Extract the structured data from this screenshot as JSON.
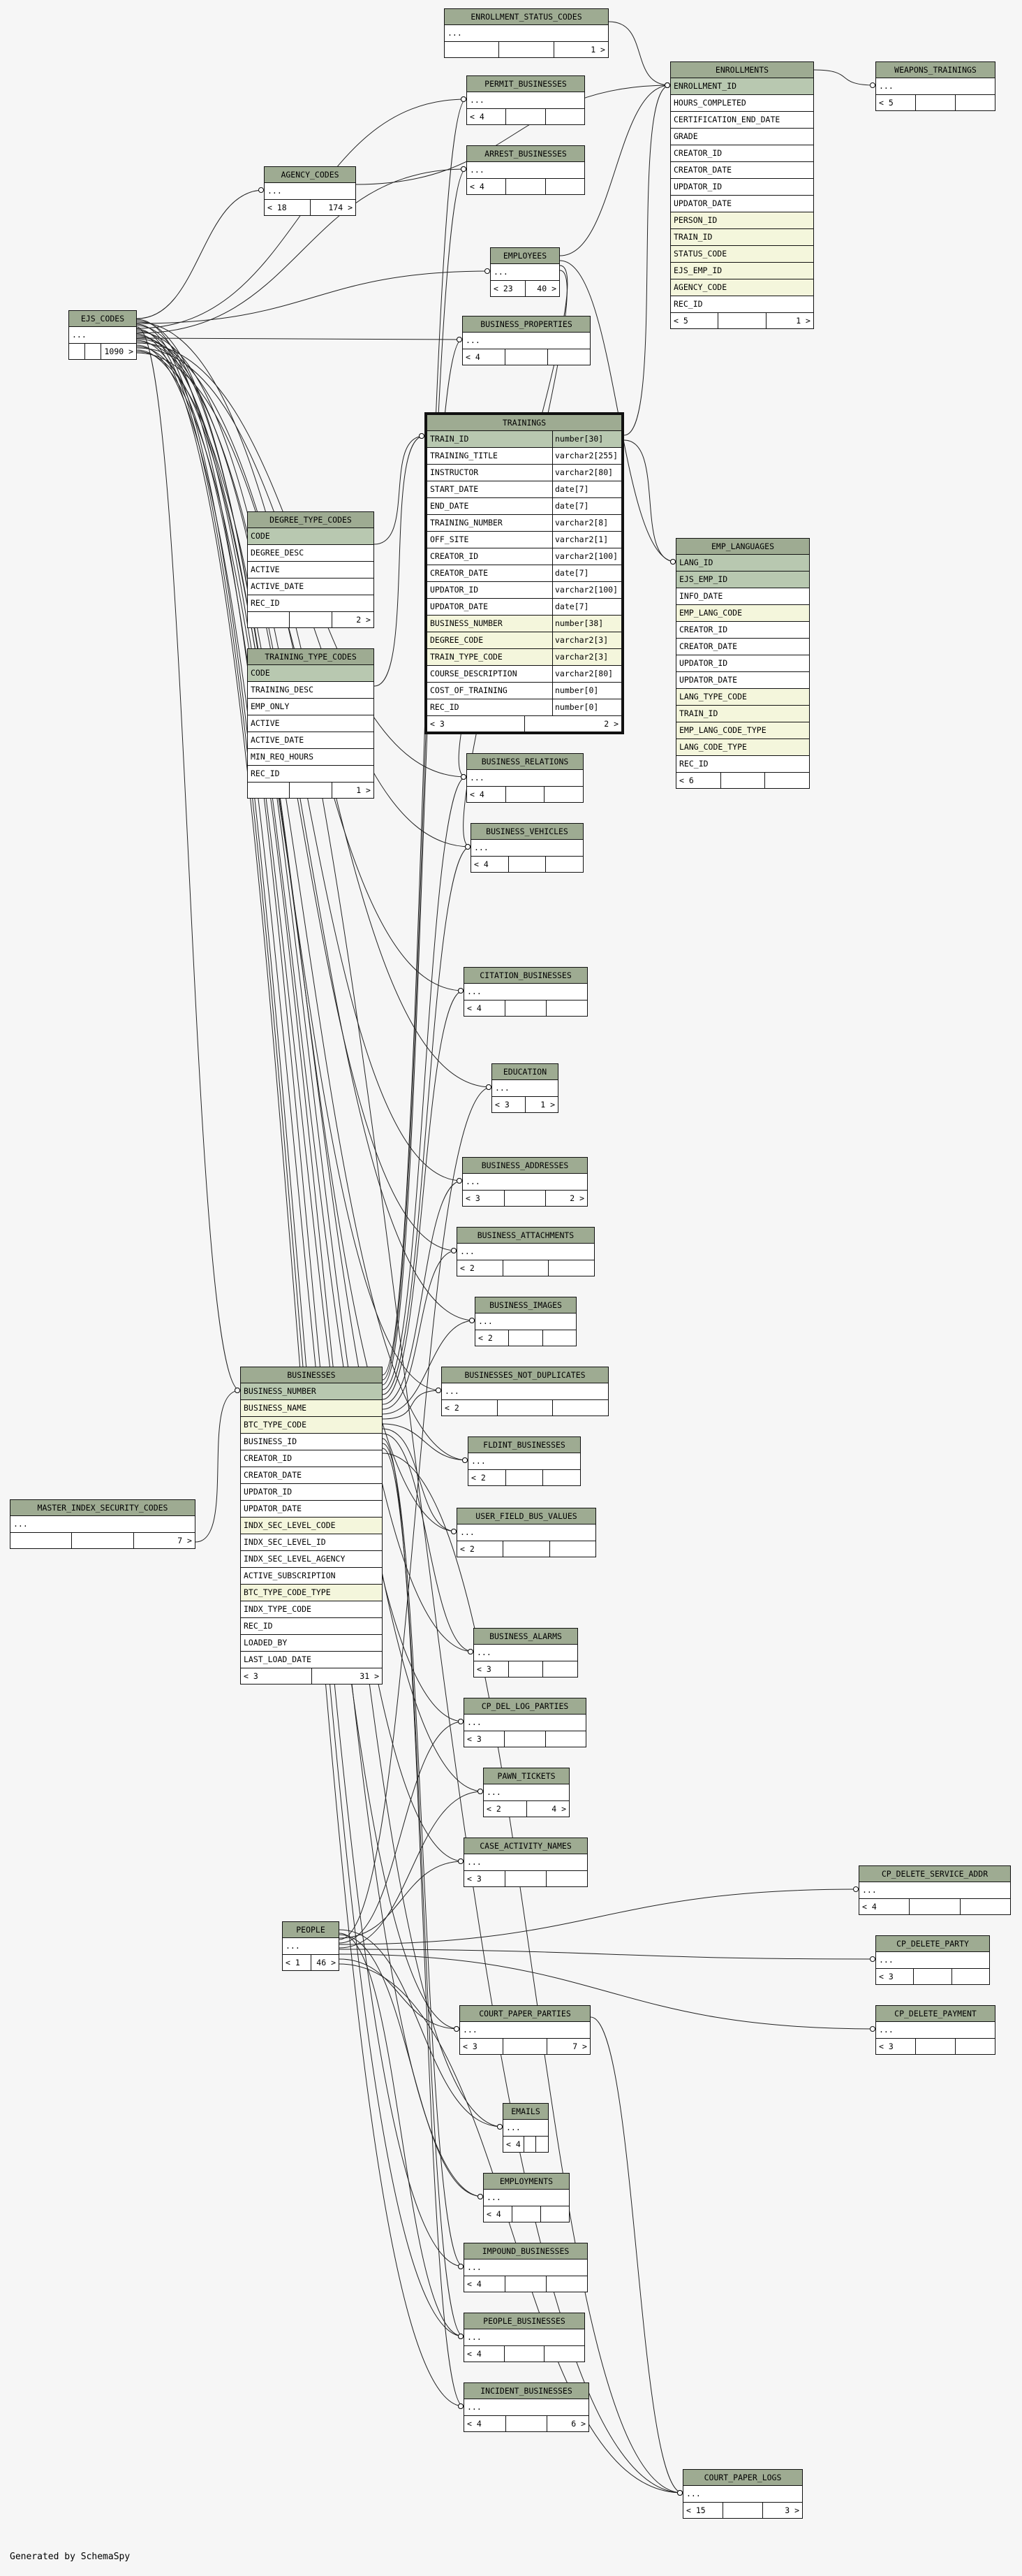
{
  "diagram": {
    "footer": "Generated by SchemaSpy",
    "tables": {
      "enrollment_status_codes": {
        "name": "ENROLLMENT_STATUS_CODES",
        "rows": [
          "..."
        ],
        "footer": [
          "",
          "",
          "1 >"
        ]
      },
      "permit_businesses": {
        "name": "PERMIT_BUSINESSES",
        "rows": [
          "..."
        ],
        "footer": [
          "< 4",
          "",
          ""
        ]
      },
      "arrest_businesses": {
        "name": "ARREST_BUSINESSES",
        "rows": [
          "..."
        ],
        "footer": [
          "< 4",
          "",
          ""
        ]
      },
      "agency_codes": {
        "name": "AGENCY_CODES",
        "rows": [
          "..."
        ],
        "footer": [
          "< 18",
          "174 >"
        ]
      },
      "employees": {
        "name": "EMPLOYEES",
        "rows": [
          "..."
        ],
        "footer": [
          "< 23",
          "40 >"
        ]
      },
      "ejs_codes": {
        "name": "EJS_CODES",
        "rows": [
          "..."
        ],
        "footer": [
          "",
          "",
          "1090 >"
        ]
      },
      "business_properties": {
        "name": "BUSINESS_PROPERTIES",
        "rows": [
          "..."
        ],
        "footer": [
          "< 4",
          "",
          ""
        ]
      },
      "enrollments": {
        "name": "ENROLLMENTS",
        "rows": [
          "ENROLLMENT_ID",
          "HOURS_COMPLETED",
          "CERTIFICATION_END_DATE",
          "GRADE",
          "CREATOR_ID",
          "CREATOR_DATE",
          "UPDATOR_ID",
          "UPDATOR_DATE",
          "PERSON_ID",
          "TRAIN_ID",
          "STATUS_CODE",
          "EJS_EMP_ID",
          "AGENCY_CODE",
          "REC_ID"
        ],
        "footer": [
          "< 5",
          "",
          "1 >"
        ]
      },
      "weapons_trainings": {
        "name": "WEAPONS_TRAININGS",
        "rows": [
          "..."
        ],
        "footer": [
          "< 5",
          "",
          ""
        ]
      },
      "trainings": {
        "name": "TRAININGS",
        "rows": [
          {
            "col": "TRAIN_ID",
            "type": "number[30]"
          },
          {
            "col": "TRAINING_TITLE",
            "type": "varchar2[255]"
          },
          {
            "col": "INSTRUCTOR",
            "type": "varchar2[80]"
          },
          {
            "col": "START_DATE",
            "type": "date[7]"
          },
          {
            "col": "END_DATE",
            "type": "date[7]"
          },
          {
            "col": "TRAINING_NUMBER",
            "type": "varchar2[8]"
          },
          {
            "col": "OFF_SITE",
            "type": "varchar2[1]"
          },
          {
            "col": "CREATOR_ID",
            "type": "varchar2[100]"
          },
          {
            "col": "CREATOR_DATE",
            "type": "date[7]"
          },
          {
            "col": "UPDATOR_ID",
            "type": "varchar2[100]"
          },
          {
            "col": "UPDATOR_DATE",
            "type": "date[7]"
          },
          {
            "col": "BUSINESS_NUMBER",
            "type": "number[38]"
          },
          {
            "col": "DEGREE_CODE",
            "type": "varchar2[3]"
          },
          {
            "col": "TRAIN_TYPE_CODE",
            "type": "varchar2[3]"
          },
          {
            "col": "COURSE_DESCRIPTION",
            "type": "varchar2[80]"
          },
          {
            "col": "COST_OF_TRAINING",
            "type": "number[0]"
          },
          {
            "col": "REC_ID",
            "type": "number[0]"
          }
        ],
        "footer": [
          "< 3",
          "2 >"
        ]
      },
      "degree_type_codes": {
        "name": "DEGREE_TYPE_CODES",
        "rows": [
          "CODE",
          "DEGREE_DESC",
          "ACTIVE",
          "ACTIVE_DATE",
          "REC_ID"
        ],
        "footer": [
          "",
          "",
          "2 >"
        ]
      },
      "emp_languages": {
        "name": "EMP_LANGUAGES",
        "rows": [
          "LANG_ID",
          "EJS_EMP_ID",
          "INFO_DATE",
          "EMP_LANG_CODE",
          "CREATOR_ID",
          "CREATOR_DATE",
          "UPDATOR_ID",
          "UPDATOR_DATE",
          "LANG_TYPE_CODE",
          "TRAIN_ID",
          "EMP_LANG_CODE_TYPE",
          "LANG_CODE_TYPE",
          "REC_ID"
        ],
        "footer": [
          "< 6",
          "",
          ""
        ]
      },
      "training_type_codes": {
        "name": "TRAINING_TYPE_CODES",
        "rows": [
          "CODE",
          "TRAINING_DESC",
          "EMP_ONLY",
          "ACTIVE",
          "ACTIVE_DATE",
          "MIN_REQ_HOURS",
          "REC_ID"
        ],
        "footer": [
          "",
          "",
          "1 >"
        ]
      },
      "business_relations": {
        "name": "BUSINESS_RELATIONS",
        "rows": [
          "..."
        ],
        "footer": [
          "< 4",
          "",
          ""
        ]
      },
      "business_vehicles": {
        "name": "BUSINESS_VEHICLES",
        "rows": [
          "..."
        ],
        "footer": [
          "< 4",
          "",
          ""
        ]
      },
      "citation_businesses": {
        "name": "CITATION_BUSINESSES",
        "rows": [
          "..."
        ],
        "footer": [
          "< 4",
          "",
          ""
        ]
      },
      "education": {
        "name": "EDUCATION",
        "rows": [
          "..."
        ],
        "footer": [
          "< 3",
          "1 >"
        ]
      },
      "business_addresses": {
        "name": "BUSINESS_ADDRESSES",
        "rows": [
          "..."
        ],
        "footer": [
          "< 3",
          "",
          "2 >"
        ]
      },
      "business_attachments": {
        "name": "BUSINESS_ATTACHMENTS",
        "rows": [
          "..."
        ],
        "footer": [
          "< 2",
          "",
          ""
        ]
      },
      "business_images": {
        "name": "BUSINESS_IMAGES",
        "rows": [
          "..."
        ],
        "footer": [
          "< 2",
          "",
          ""
        ]
      },
      "businesses_not_duplicates": {
        "name": "BUSINESSES_NOT_DUPLICATES",
        "rows": [
          "..."
        ],
        "footer": [
          "< 2",
          "",
          ""
        ]
      },
      "businesses": {
        "name": "BUSINESSES",
        "rows": [
          "BUSINESS_NUMBER",
          "BUSINESS_NAME",
          "BTC_TYPE_CODE",
          "BUSINESS_ID",
          "CREATOR_ID",
          "CREATOR_DATE",
          "UPDATOR_ID",
          "UPDATOR_DATE",
          "INDX_SEC_LEVEL_CODE",
          "INDX_SEC_LEVEL_ID",
          "INDX_SEC_LEVEL_AGENCY",
          "ACTIVE_SUBSCRIPTION",
          "BTC_TYPE_CODE_TYPE",
          "INDX_TYPE_CODE",
          "REC_ID",
          "LOADED_BY",
          "LAST_LOAD_DATE"
        ],
        "footer": [
          "< 3",
          "31 >"
        ]
      },
      "fldint_businesses": {
        "name": "FLDINT_BUSINESSES",
        "rows": [
          "..."
        ],
        "footer": [
          "< 2",
          "",
          ""
        ]
      },
      "master_index_security_codes": {
        "name": "MASTER_INDEX_SECURITY_CODES",
        "rows": [
          "..."
        ],
        "footer": [
          "",
          "",
          "7 >"
        ]
      },
      "user_field_bus_values": {
        "name": "USER_FIELD_BUS_VALUES",
        "rows": [
          "..."
        ],
        "footer": [
          "< 2",
          "",
          ""
        ]
      },
      "business_alarms": {
        "name": "BUSINESS_ALARMS",
        "rows": [
          "..."
        ],
        "footer": [
          "< 3",
          "",
          ""
        ]
      },
      "cp_del_log_parties": {
        "name": "CP_DEL_LOG_PARTIES",
        "rows": [
          "..."
        ],
        "footer": [
          "< 3",
          "",
          ""
        ]
      },
      "pawn_tickets": {
        "name": "PAWN_TICKETS",
        "rows": [
          "..."
        ],
        "footer": [
          "< 2",
          "4 >"
        ]
      },
      "case_activity_names": {
        "name": "CASE_ACTIVITY_NAMES",
        "rows": [
          "..."
        ],
        "footer": [
          "< 3",
          "",
          ""
        ]
      },
      "cp_delete_service_addr": {
        "name": "CP_DELETE_SERVICE_ADDR",
        "rows": [
          "..."
        ],
        "footer": [
          "< 4",
          "",
          ""
        ]
      },
      "people": {
        "name": "PEOPLE",
        "rows": [
          "..."
        ],
        "footer": [
          "< 1",
          "46 >"
        ]
      },
      "cp_delete_party": {
        "name": "CP_DELETE_PARTY",
        "rows": [
          "..."
        ],
        "footer": [
          "< 3",
          "",
          ""
        ]
      },
      "court_paper_parties": {
        "name": "COURT_PAPER_PARTIES",
        "rows": [
          "..."
        ],
        "footer": [
          "< 3",
          "",
          "7 >"
        ]
      },
      "cp_delete_payment": {
        "name": "CP_DELETE_PAYMENT",
        "rows": [
          "..."
        ],
        "footer": [
          "< 3",
          "",
          ""
        ]
      },
      "emails": {
        "name": "EMAILS",
        "rows": [
          "..."
        ],
        "footer": [
          "< 4",
          "",
          ""
        ]
      },
      "employments": {
        "name": "EMPLOYMENTS",
        "rows": [
          "..."
        ],
        "footer": [
          "< 4",
          "",
          ""
        ]
      },
      "impound_businesses": {
        "name": "IMPOUND_BUSINESSES",
        "rows": [
          "..."
        ],
        "footer": [
          "< 4",
          "",
          ""
        ]
      },
      "people_businesses": {
        "name": "PEOPLE_BUSINESSES",
        "rows": [
          "..."
        ],
        "footer": [
          "< 4",
          "",
          ""
        ]
      },
      "incident_businesses": {
        "name": "INCIDENT_BUSINESSES",
        "rows": [
          "..."
        ],
        "footer": [
          "< 4",
          "",
          "6 >"
        ]
      },
      "court_paper_logs": {
        "name": "COURT_PAPER_LOGS",
        "rows": [
          "..."
        ],
        "footer": [
          "< 15",
          "",
          "3 >"
        ]
      }
    }
  },
  "colors": {
    "header": "#9eab92",
    "primary_key": "#b8c8b0",
    "foreign_key": "#f4f6dc",
    "background": "#f6f6f6",
    "line": "#111111"
  }
}
